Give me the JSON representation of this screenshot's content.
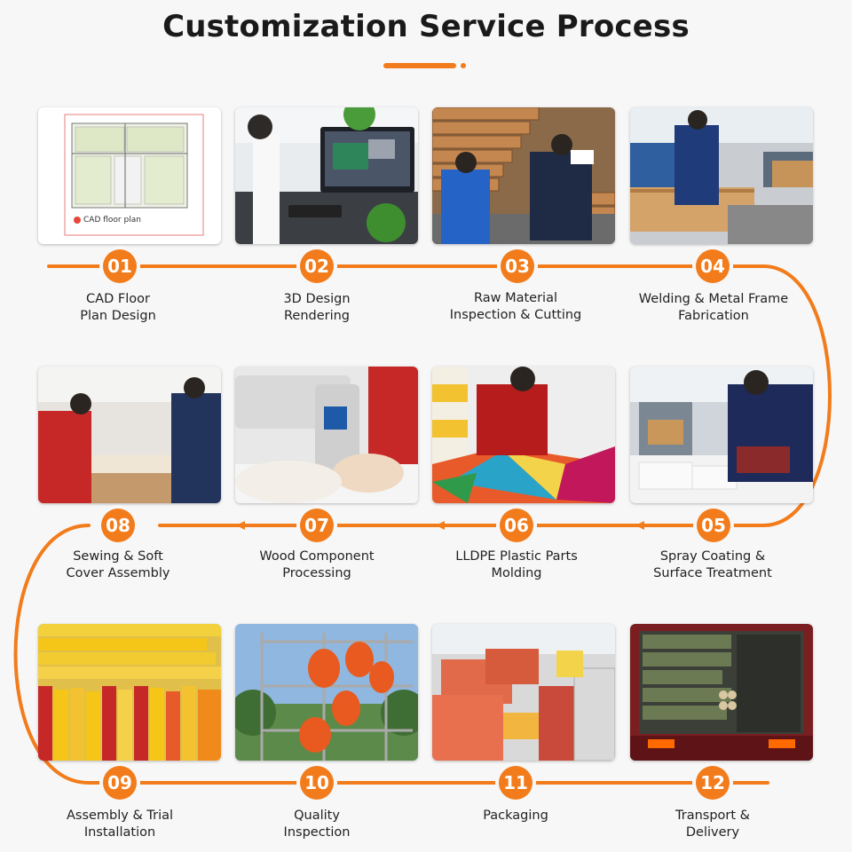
{
  "title": "Customization Service Process",
  "accent_color": "#f27c1b",
  "floor_plan_caption": "CAD floor plan",
  "steps": [
    {
      "num": "01",
      "line1": "CAD Floor",
      "line2": "Plan Design"
    },
    {
      "num": "02",
      "line1": "3D Design",
      "line2": "Rendering"
    },
    {
      "num": "03",
      "line1": "Raw Material",
      "line2": "Inspection & Cutting"
    },
    {
      "num": "04",
      "line1": "Welding & Metal Frame",
      "line2": "Fabrication"
    },
    {
      "num": "05",
      "line1": "Spray Coating &",
      "line2": "Surface Treatment"
    },
    {
      "num": "06",
      "line1": "LLDPE Plastic Parts",
      "line2": "Molding"
    },
    {
      "num": "07",
      "line1": "Wood Component",
      "line2": "Processing"
    },
    {
      "num": "08",
      "line1": "Sewing & Soft",
      "line2": "Cover Assembly"
    },
    {
      "num": "09",
      "line1": "Assembly & Trial",
      "line2": "Installation"
    },
    {
      "num": "10",
      "line1": "Quality",
      "line2": "Inspection"
    },
    {
      "num": "11",
      "line1": "",
      "line2": "Packaging"
    },
    {
      "num": "12",
      "line1": "Transport &",
      "line2": "Delivery"
    }
  ]
}
